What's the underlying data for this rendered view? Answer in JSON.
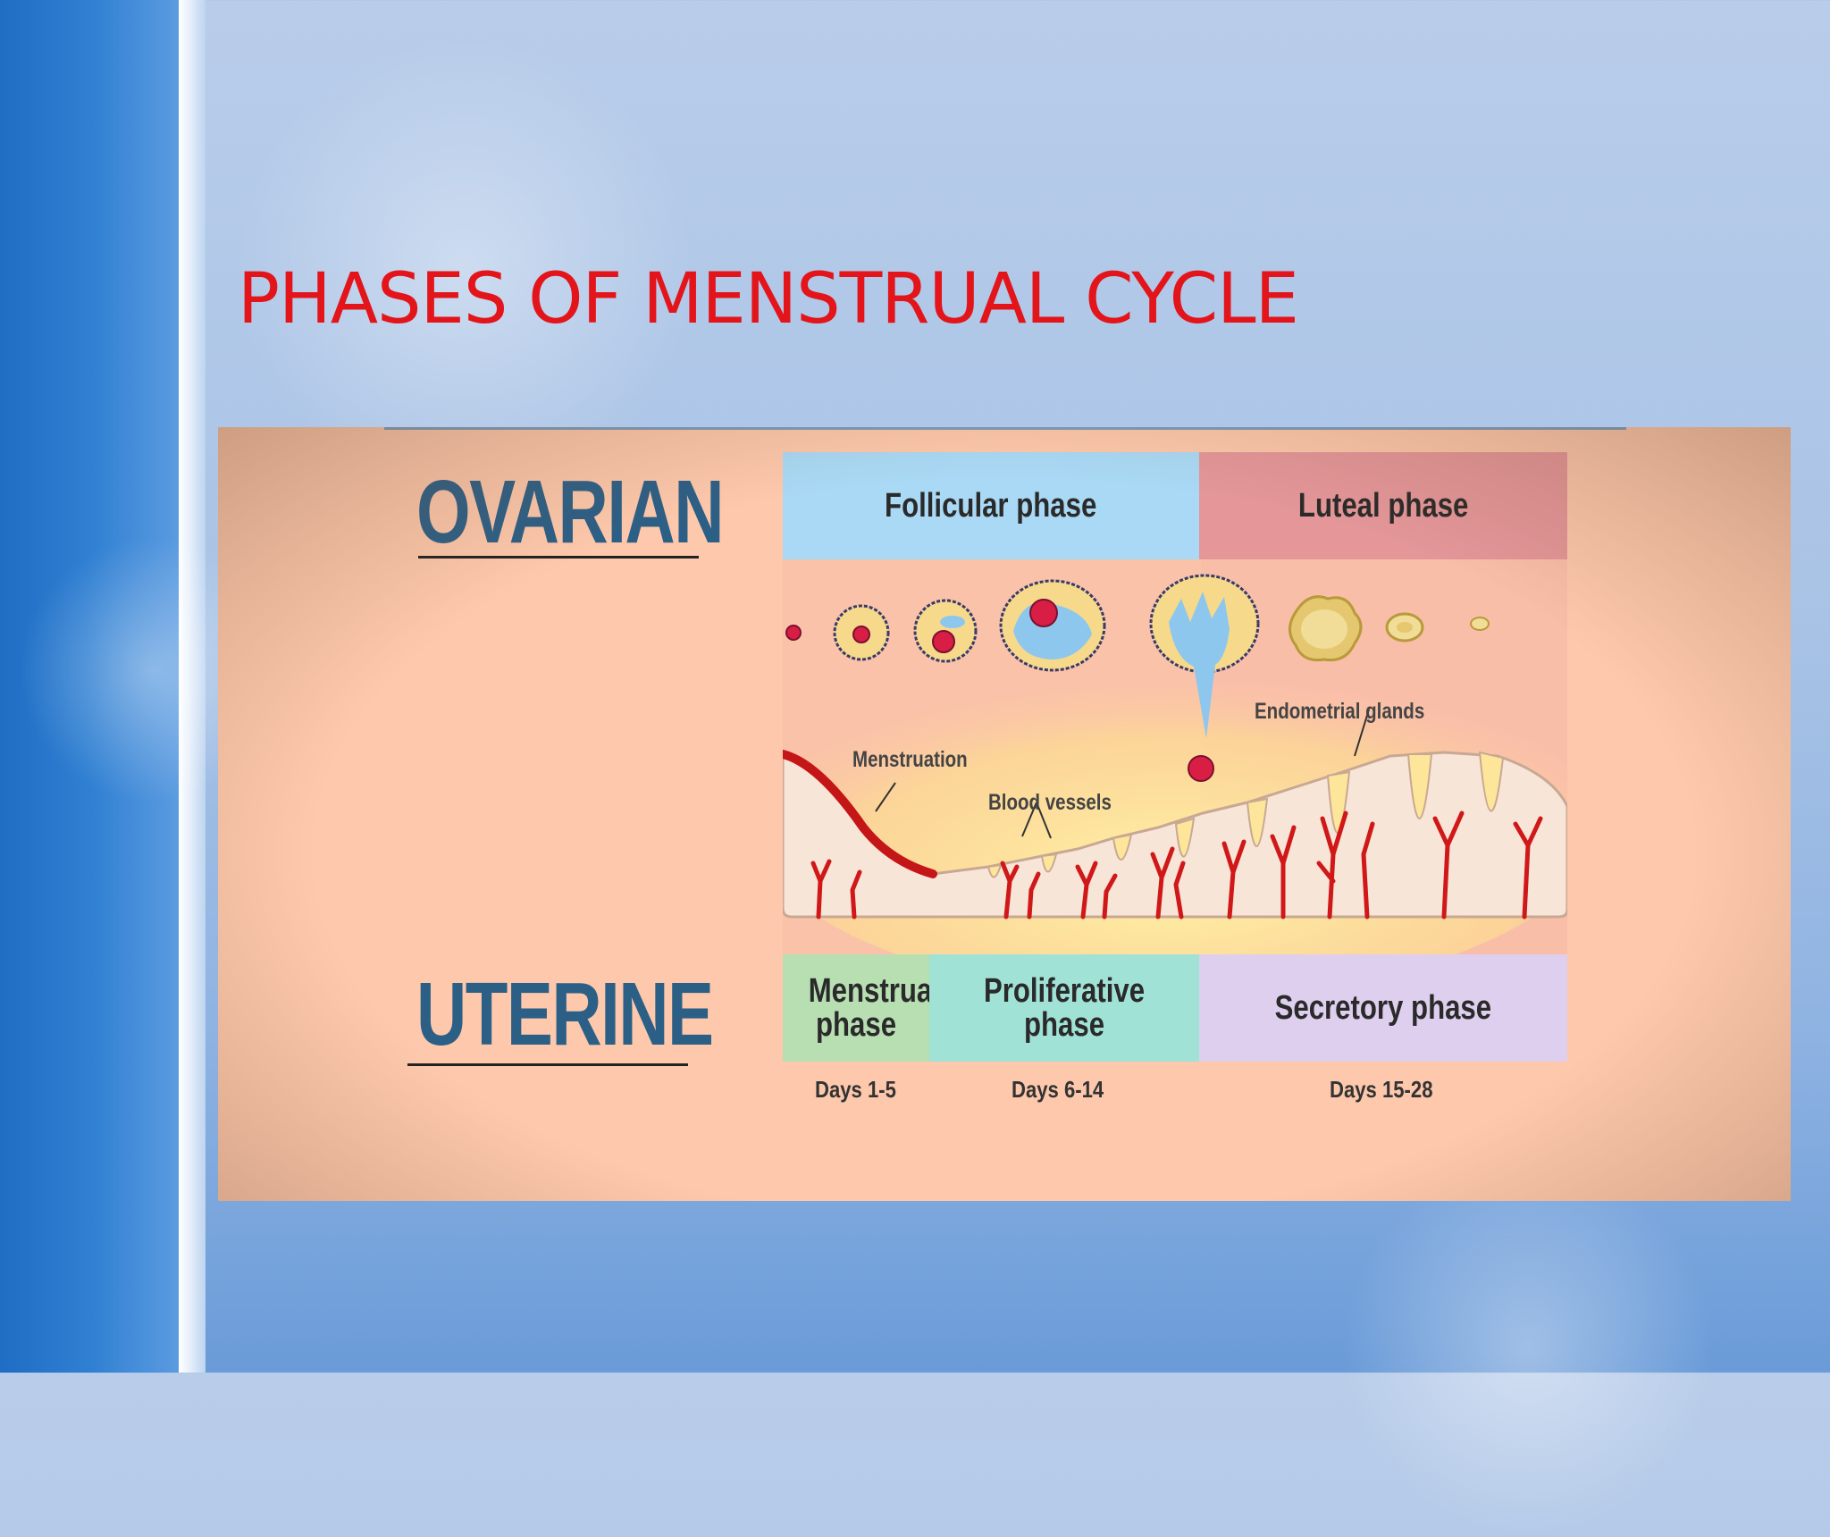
{
  "slide": {
    "title": "PHASES OF MENSTRUAL CYCLE"
  },
  "figure": {
    "ovarian_label": "OVARIAN",
    "uterine_label": "UTERINE",
    "ovarian_phases": [
      {
        "label": "Follicular phase",
        "color": "#a9d9f5"
      },
      {
        "label": "Luteal phase",
        "color": "#e49699"
      }
    ],
    "uterine_phases": [
      {
        "label": "Menstrual phase",
        "color": "#b7dfb2"
      },
      {
        "label": "Proliferative phase",
        "color": "#a1e2d6"
      },
      {
        "label": "Secretory phase",
        "color": "#decfee"
      }
    ],
    "days": [
      "Days 1-5",
      "Days 6-14",
      "Days 15-28"
    ],
    "annotations": {
      "menstruation": "Menstruation",
      "blood_vessels": "Blood vessels",
      "endometrial_glands": "Endometrial glands"
    }
  },
  "colors": {
    "title": "#e3141a",
    "side_label": "#2c5f86",
    "figure_background": "#fdc8ac",
    "vessel_red": "#d01818",
    "follicle_yellow": "#f6d98a"
  }
}
